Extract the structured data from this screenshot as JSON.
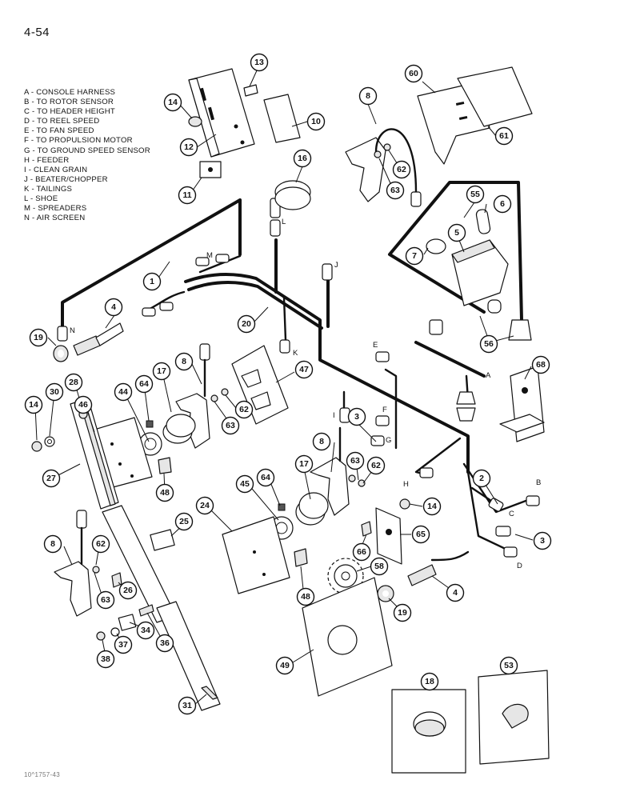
{
  "page_number": "4-54",
  "legend": [
    "A - CONSOLE HARNESS",
    "B - TO ROTOR SENSOR",
    "C - TO HEADER HEIGHT",
    "D - TO REEL SPEED",
    "E - TO FAN SPEED",
    "F - TO PROPULSION MOTOR",
    "G - TO GROUND SPEED SENSOR",
    "H - FEEDER",
    "I - CLEAN GRAIN",
    "J - BEATER/CHOPPER",
    "K - TAILINGS",
    "L - SHOE",
    "M - SPREADERS",
    "N - AIR SCREEN"
  ],
  "footer_code": "10^1757-43",
  "callouts": [
    {
      "id": "c13",
      "label": "13"
    },
    {
      "id": "c14a",
      "label": "14"
    },
    {
      "id": "c12",
      "label": "12"
    },
    {
      "id": "c10",
      "label": "10"
    },
    {
      "id": "c11",
      "label": "11"
    },
    {
      "id": "c8a",
      "label": "8"
    },
    {
      "id": "c16",
      "label": "16"
    },
    {
      "id": "c62a",
      "label": "62"
    },
    {
      "id": "c63a",
      "label": "63"
    },
    {
      "id": "c60",
      "label": "60"
    },
    {
      "id": "c61",
      "label": "61"
    },
    {
      "id": "c55",
      "label": "55"
    },
    {
      "id": "c6",
      "label": "6"
    },
    {
      "id": "c5",
      "label": "5"
    },
    {
      "id": "c7",
      "label": "7"
    },
    {
      "id": "c56",
      "label": "56"
    },
    {
      "id": "c1",
      "label": "1"
    },
    {
      "id": "c4a",
      "label": "4"
    },
    {
      "id": "c19a",
      "label": "19"
    },
    {
      "id": "c20",
      "label": "20"
    },
    {
      "id": "c8b",
      "label": "8"
    },
    {
      "id": "c17a",
      "label": "17"
    },
    {
      "id": "c47",
      "label": "47"
    },
    {
      "id": "c62b",
      "label": "62"
    },
    {
      "id": "c63b",
      "label": "63"
    },
    {
      "id": "c14b",
      "label": "14"
    },
    {
      "id": "c30",
      "label": "30"
    },
    {
      "id": "c28",
      "label": "28"
    },
    {
      "id": "c46",
      "label": "46"
    },
    {
      "id": "c44",
      "label": "44"
    },
    {
      "id": "c64a",
      "label": "64"
    },
    {
      "id": "c27",
      "label": "27"
    },
    {
      "id": "c48a",
      "label": "48"
    },
    {
      "id": "c68",
      "label": "68"
    },
    {
      "id": "c3a",
      "label": "3"
    },
    {
      "id": "c8c",
      "label": "8"
    },
    {
      "id": "c63c",
      "label": "63"
    },
    {
      "id": "c62c",
      "label": "62"
    },
    {
      "id": "c2",
      "label": "2"
    },
    {
      "id": "c3b",
      "label": "3"
    },
    {
      "id": "c14c",
      "label": "14"
    },
    {
      "id": "c65",
      "label": "65"
    },
    {
      "id": "c66",
      "label": "66"
    },
    {
      "id": "c17b",
      "label": "17"
    },
    {
      "id": "c45",
      "label": "45"
    },
    {
      "id": "c64b",
      "label": "64"
    },
    {
      "id": "c24",
      "label": "24"
    },
    {
      "id": "c25",
      "label": "25"
    },
    {
      "id": "c8d",
      "label": "8"
    },
    {
      "id": "c62d",
      "label": "62"
    },
    {
      "id": "c63d",
      "label": "63"
    },
    {
      "id": "c26",
      "label": "26"
    },
    {
      "id": "c58",
      "label": "58"
    },
    {
      "id": "c4b",
      "label": "4"
    },
    {
      "id": "c19b",
      "label": "19"
    },
    {
      "id": "c48b",
      "label": "48"
    },
    {
      "id": "c49",
      "label": "49"
    },
    {
      "id": "c37",
      "label": "37"
    },
    {
      "id": "c34",
      "label": "34"
    },
    {
      "id": "c36",
      "label": "36"
    },
    {
      "id": "c38",
      "label": "38"
    },
    {
      "id": "c31",
      "label": "31"
    },
    {
      "id": "c18",
      "label": "18"
    },
    {
      "id": "c53",
      "label": "53"
    }
  ],
  "connector_letters": [
    {
      "id": "tN",
      "label": "N"
    },
    {
      "id": "tM",
      "label": "M"
    },
    {
      "id": "tL",
      "label": "L"
    },
    {
      "id": "tJ",
      "label": "J"
    },
    {
      "id": "tK",
      "label": "K"
    },
    {
      "id": "tE",
      "label": "E"
    },
    {
      "id": "tA",
      "label": "A"
    },
    {
      "id": "tI",
      "label": "I"
    },
    {
      "id": "tF",
      "label": "F"
    },
    {
      "id": "tG",
      "label": "G"
    },
    {
      "id": "tH",
      "label": "H"
    },
    {
      "id": "tB",
      "label": "B"
    },
    {
      "id": "tC",
      "label": "C"
    },
    {
      "id": "tD",
      "label": "D"
    }
  ]
}
